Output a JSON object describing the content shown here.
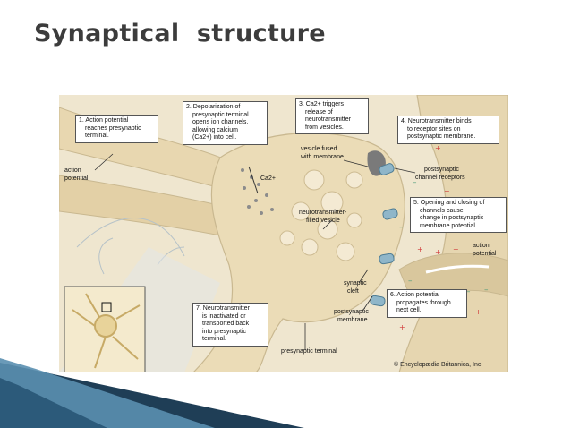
{
  "slide": {
    "title": "Synaptical  structure"
  },
  "diagram": {
    "callouts": [
      {
        "id": "step1",
        "lines": [
          "1. Action potential",
          "reaches presynaptic",
          "terminal."
        ]
      },
      {
        "id": "step2",
        "lines": [
          "2. Depolarization of",
          "presynaptic terminal",
          "opens ion channels,",
          "allowing calcium",
          "(Ca2+) into cell."
        ]
      },
      {
        "id": "step3",
        "lines": [
          "3. Ca2+ triggers",
          "release of",
          "neurotransmitter",
          "from vesicles."
        ]
      },
      {
        "id": "step4",
        "lines": [
          "4. Neurotransmitter binds",
          "to receptor sites on",
          "postsynaptic membrane."
        ]
      },
      {
        "id": "step5",
        "lines": [
          "5. Opening and closing of",
          "channels cause",
          "change in postsynaptic",
          "membrane potential."
        ]
      },
      {
        "id": "step6",
        "lines": [
          "6. Action potential",
          "propagates through",
          "next cell."
        ]
      },
      {
        "id": "step7",
        "lines": [
          "7. Neurotransmitter",
          "is inactivated or",
          "transported back",
          "into presynaptic",
          "terminal."
        ]
      }
    ],
    "labels": {
      "action_potential_left": [
        "action",
        "potential"
      ],
      "ca2": "Ca2+",
      "vesicle_fused": [
        "vesicle fused",
        "with membrane"
      ],
      "nt_vesicle": [
        "neurotransmitter-",
        "filled vesicle"
      ],
      "postsynaptic_receptors": [
        "postsynaptic",
        "channel receptors"
      ],
      "action_potential_right": [
        "action",
        "potential"
      ],
      "synaptic_cleft": [
        "synaptic",
        "cleft"
      ],
      "postsynaptic_membrane": [
        "postsynaptic",
        "membrane"
      ],
      "presynaptic_terminal": "presynaptic terminal"
    },
    "copyright": "© Encyclopædia Britannica, Inc."
  },
  "colors": {
    "background": "#ffffff",
    "panel": "#efe6cf",
    "neuron": "#ebdcb7",
    "neuron_outline": "#c9b890",
    "receptor": "#8fb6c9",
    "plus_sign": "#d23b3b",
    "minus_sign": "#4a9a78",
    "corner_dark": "#1f3e56",
    "corner_light": "#5a8fb0"
  }
}
